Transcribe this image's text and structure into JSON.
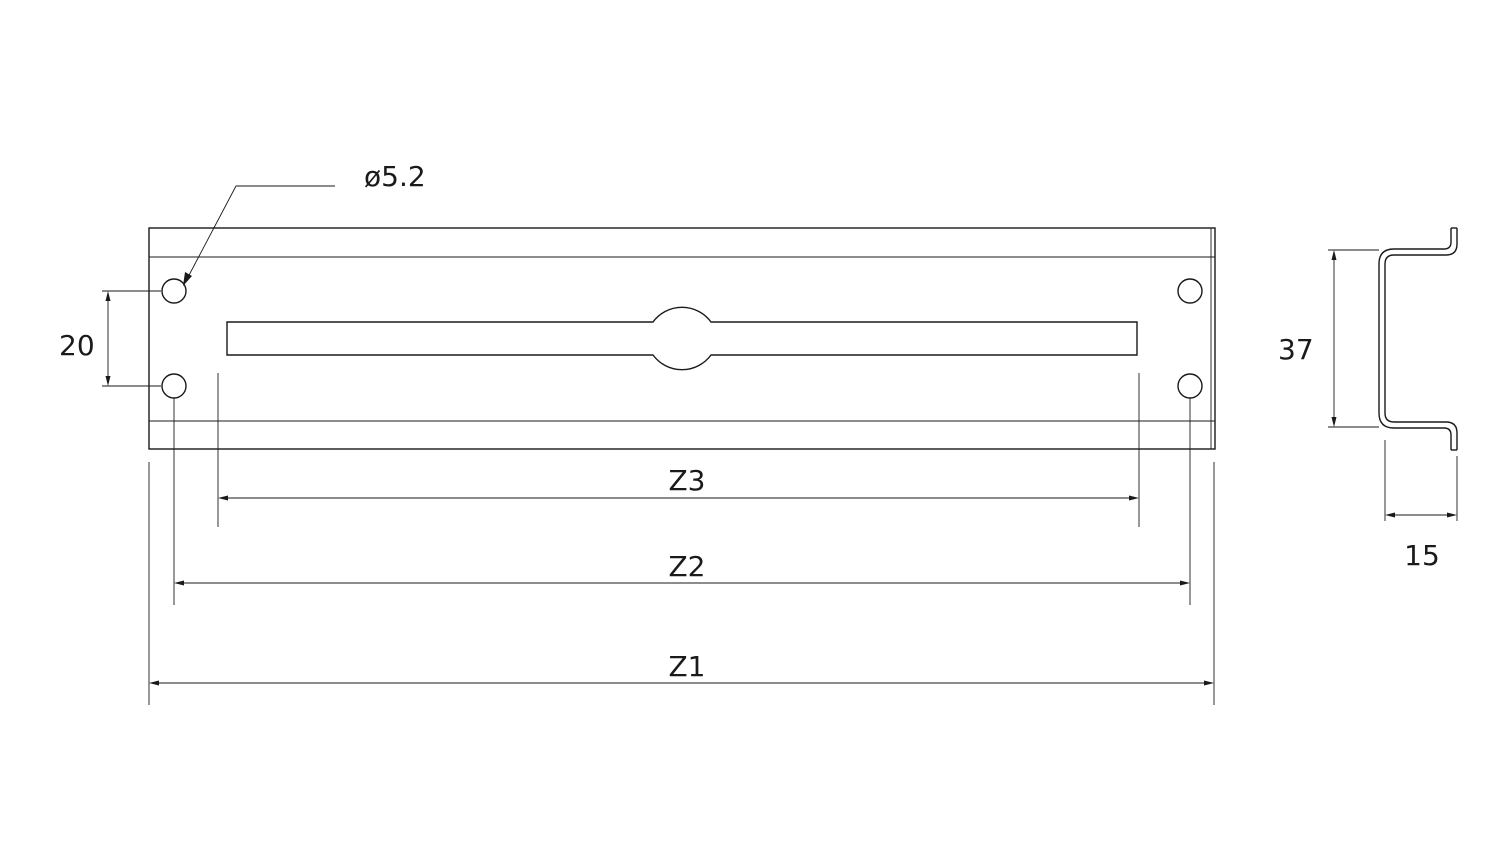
{
  "labels": {
    "hole_diameter": "ø5.2",
    "hole_spacing": "20",
    "profile_height": "37",
    "profile_depth": "15",
    "slot_length": "Z3",
    "hole_span": "Z2",
    "overall_length": "Z1"
  },
  "colors": {
    "line": "#1a1a1a",
    "background": "#ffffff"
  }
}
